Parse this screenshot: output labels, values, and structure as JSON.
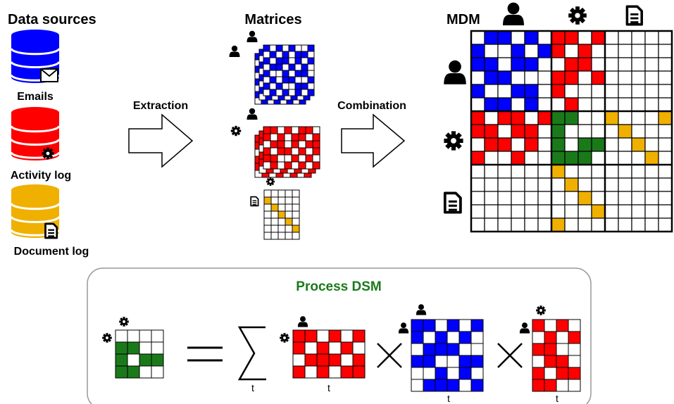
{
  "sources": {
    "title": "Data sources",
    "items": [
      {
        "label": "Emails",
        "color": "#0000ff",
        "icon": "envelope-icon"
      },
      {
        "label": "Activity log",
        "color": "#ff0000",
        "icon": "gear-icon"
      },
      {
        "label": "Document log",
        "color": "#f0b000",
        "icon": "document-icon"
      }
    ]
  },
  "steps": {
    "extraction": "Extraction",
    "combination": "Combination"
  },
  "matrices": {
    "title": "Matrices"
  },
  "mdm": {
    "title": "MDM"
  },
  "process": {
    "title": "Process DSM",
    "sum_index": "t",
    "title_color": "#1a7a1a"
  },
  "colors": {
    "people": "#0000ff",
    "activities": "#ff0000",
    "documents": "#f0b000",
    "process": "#1a7a1a"
  },
  "icons": [
    "person-icon",
    "gear-icon",
    "document-icon",
    "envelope-icon",
    "summation-icon",
    "multiply-icon",
    "equals-icon",
    "arrow-icon"
  ]
}
